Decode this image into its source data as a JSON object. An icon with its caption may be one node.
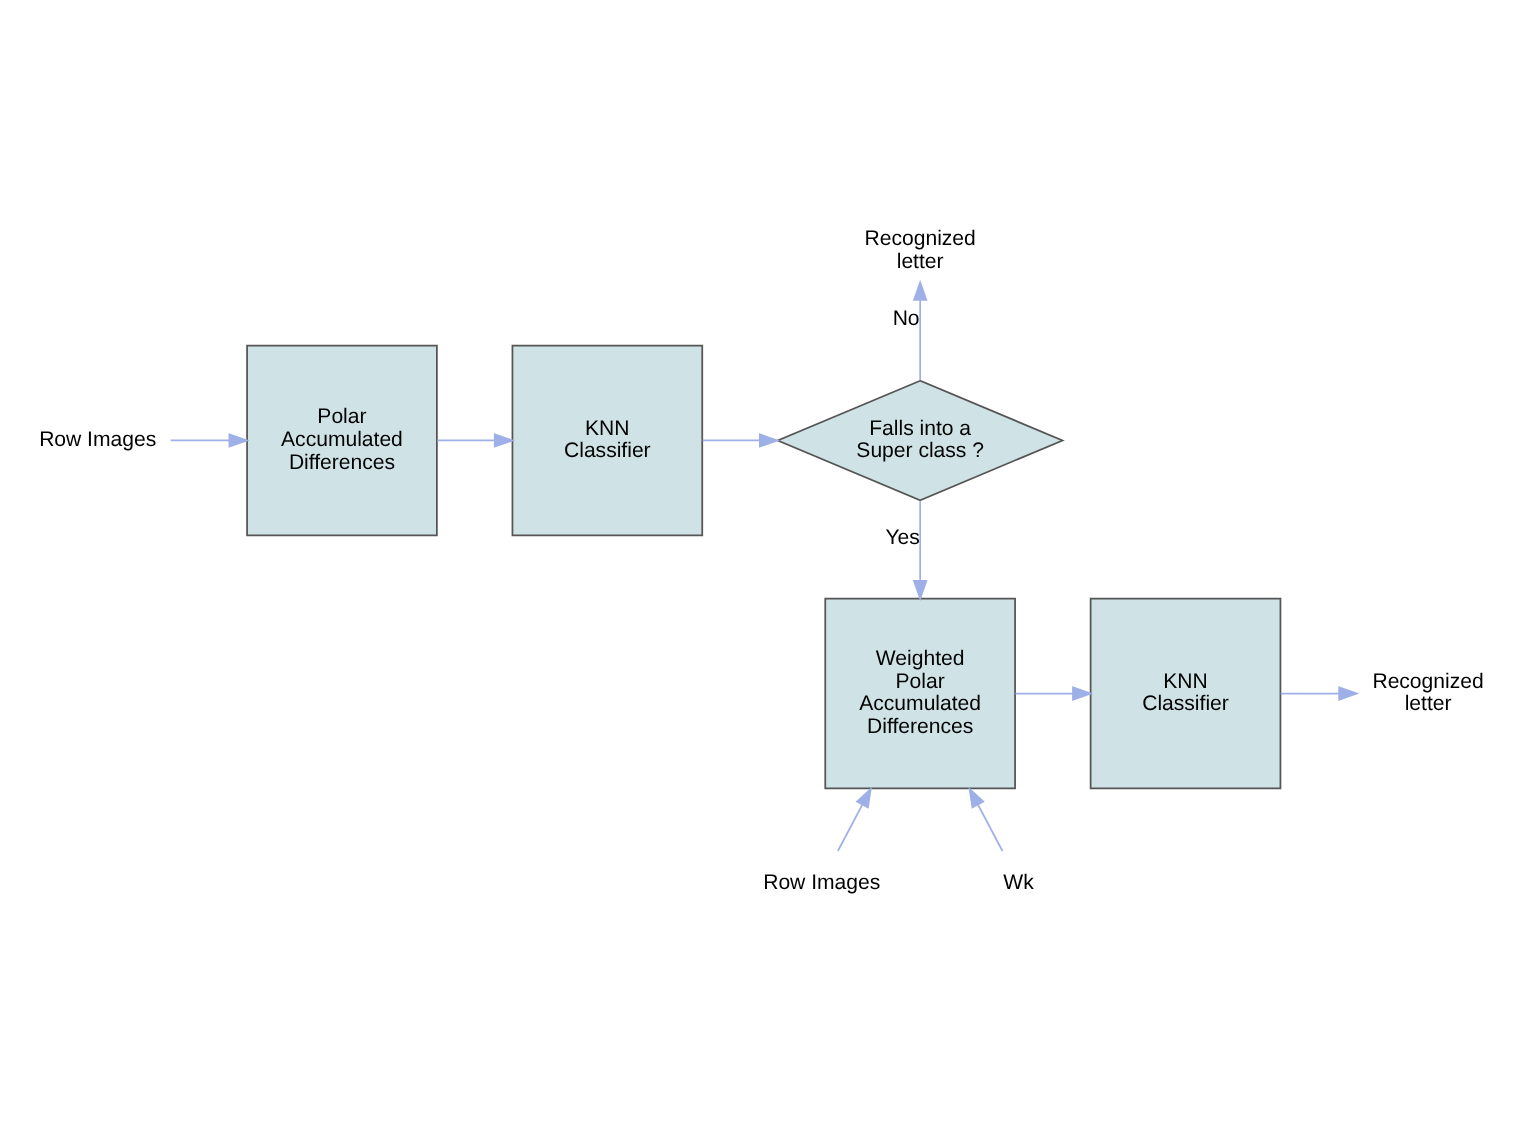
{
  "diagram": {
    "nodes": [
      {
        "text": [
          "Row Images"
        ]
      },
      {
        "text": [
          "Polar Accumulated Differences"
        ]
      },
      {
        "text": [
          "KNN Classifier"
        ]
      },
      {
        "text": [
          "Falls into a Super class ?"
        ]
      },
      {
        "text": [
          "Recognized letter"
        ]
      },
      {
        "text": [
          "Weighted Polar Accumulated Differences"
        ]
      },
      {
        "text": [
          "KNN Classifier"
        ]
      },
      {
        "text": [
          "Recognized letter"
        ]
      },
      {
        "text": [
          "Row Images"
        ]
      },
      {
        "text": [
          "Wk"
        ]
      }
    ],
    "edges": [
      {
        "from": 0,
        "to": 1,
        "arrow": "to"
      },
      {
        "from": 1,
        "to": 2,
        "arrow": "to"
      },
      {
        "from": 2,
        "to": 3,
        "arrow": "to"
      },
      {
        "from": 3,
        "to": 4,
        "arrow": "to",
        "label": "No"
      },
      {
        "from": 3,
        "to": 5,
        "arrow": "to",
        "label": "Yes"
      },
      {
        "from": 5,
        "to": 6,
        "arrow": "to"
      },
      {
        "from": 6,
        "to": 7,
        "arrow": "to"
      },
      {
        "from": 8,
        "to": 5,
        "arrow": "to"
      },
      {
        "from": 9,
        "to": 5,
        "arrow": "to"
      }
    ]
  }
}
